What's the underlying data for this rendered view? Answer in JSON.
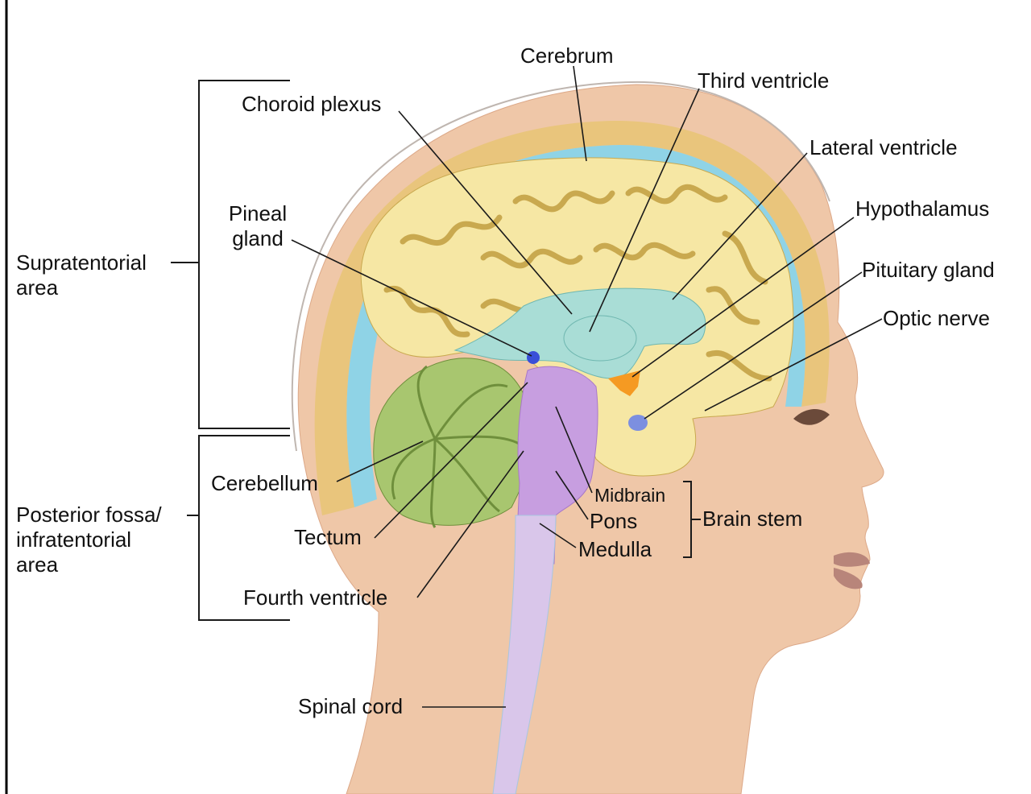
{
  "labels": {
    "cerebrum": "Cerebrum",
    "third_ventricle": "Third ventricle",
    "choroid_plexus": "Choroid plexus",
    "lateral_ventricle": "Lateral ventricle",
    "pineal_gland_1": "Pineal",
    "pineal_gland_2": "gland",
    "hypothalamus": "Hypothalamus",
    "pituitary_gland": "Pituitary gland",
    "optic_nerve": "Optic nerve",
    "supratentorial_1": "Supratentorial",
    "supratentorial_2": "area",
    "cerebellum": "Cerebellum",
    "midbrain": "Midbrain",
    "pons": "Pons",
    "medulla": "Medulla",
    "brain_stem": "Brain stem",
    "posterior_1": "Posterior fossa/",
    "posterior_2": "infratentorial",
    "posterior_3": "area",
    "tectum": "Tectum",
    "fourth_ventricle": "Fourth ventricle",
    "spinal_cord": "Spinal cord"
  },
  "colors": {
    "skin": "#efc7a8",
    "skin_shadow": "#dca888",
    "skull": "#e9c57c",
    "csf": "#8fd3e6",
    "cerebrum": "#f6e7a4",
    "cerebrum_fold": "#c9a94f",
    "ventricle": "#a9ddd6",
    "cerebellum": "#a8c66f",
    "brainstem": "#c79ee0",
    "pineal": "#3a4fd8",
    "pituitary": "#f59a22",
    "leader": "#1a1a1a"
  }
}
